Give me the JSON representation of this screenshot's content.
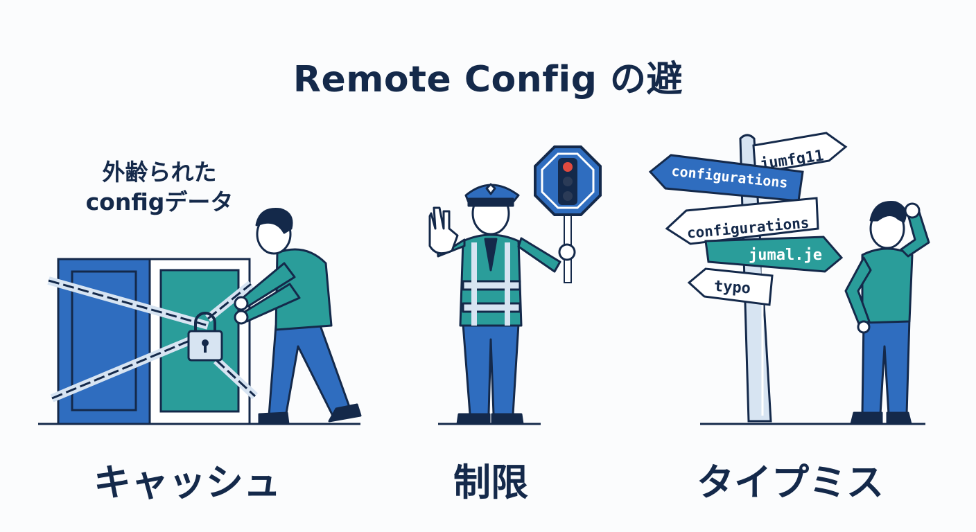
{
  "title": "Remote Config の避",
  "panels": [
    {
      "caption": "キャッシュ",
      "note_line1": "外齢られた",
      "note_line2": "configデータ",
      "icon": "padlock-icon"
    },
    {
      "caption": "制限",
      "icon": "traffic-light-icon"
    },
    {
      "caption": "タイプミス",
      "signs": [
        "jumfg11",
        "configurations",
        "configurations",
        "jumal.je",
        "typo"
      ]
    }
  ],
  "colors": {
    "navy": "#14294a",
    "blue": "#2f6dbf",
    "teal": "#2a9d9a",
    "light": "#d7e4f2"
  }
}
